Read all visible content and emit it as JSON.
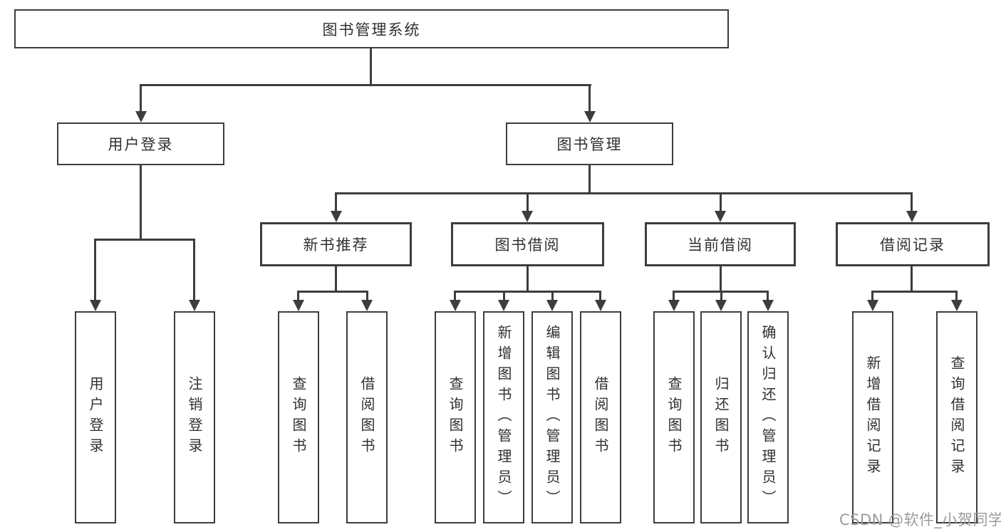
{
  "tree": {
    "root": "图书管理系统",
    "branches": [
      {
        "label": "用户登录",
        "children": [
          "用户登录",
          "注销登录"
        ]
      },
      {
        "label": "图书管理",
        "children": [
          {
            "label": "新书推荐",
            "children": [
              "查询图书",
              "借阅图书"
            ]
          },
          {
            "label": "图书借阅",
            "children": [
              "查询图书",
              "新增图书（管理员）",
              "编辑图书（管理员）",
              "借阅图书"
            ]
          },
          {
            "label": "当前借阅",
            "children": [
              "查询图书",
              "归还图书",
              "确认归还（管理员）"
            ]
          },
          {
            "label": "借阅记录",
            "children": [
              "新增借阅记录",
              "查询借阅记录"
            ]
          }
        ]
      }
    ]
  },
  "watermark": "CSDN @软件_小贺同学",
  "colors": {
    "line": "#3d3d3d",
    "text": "#303030",
    "watermark": "#9b9b9b",
    "background": "#ffffff"
  }
}
